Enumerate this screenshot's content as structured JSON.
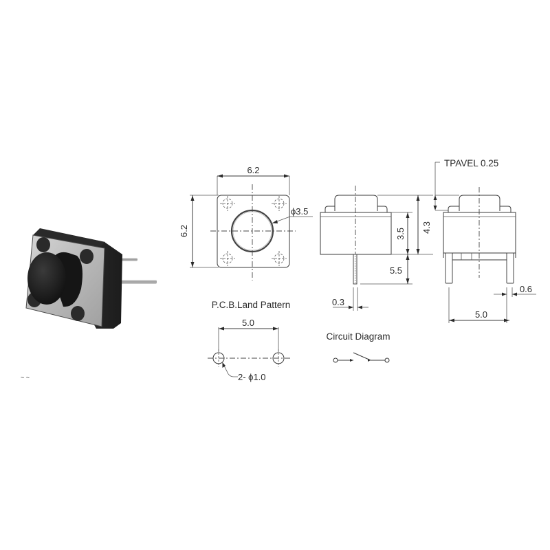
{
  "photo": {
    "subject": "6x6 tactile push button switch, 2-pin through-hole",
    "colors": {
      "body": "#2b2b2b",
      "plate": "#bdbdbd",
      "button": "#1e1e1e",
      "pins": "#a8a8a8"
    }
  },
  "top_view": {
    "width_label": "6.2",
    "height_label": "6.2",
    "button_diameter_label": "ϕ3.5"
  },
  "side_view": {
    "body_height_label": "3.5",
    "total_height_label": "4.3",
    "pin_length_label": "5.5",
    "pin_thickness_label": "0.3"
  },
  "front_view": {
    "travel_label": "TPAVEL 0.25",
    "pin_width_label": "0.6",
    "pin_spacing_label": "5.0"
  },
  "pcb_land_pattern": {
    "title": "P.C.B.Land Pattern",
    "spacing_label": "5.0",
    "hole_label": "2- ϕ1.0"
  },
  "circuit_diagram": {
    "title": "Circuit Diagram",
    "symbol": "normally-open-switch"
  }
}
